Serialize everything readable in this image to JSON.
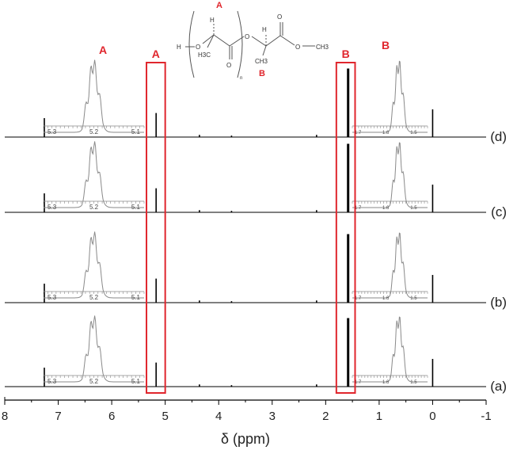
{
  "chart_data": {
    "type": "line",
    "subtype": "stacked 1H NMR spectra",
    "xlabel": "δ (ppm)",
    "x_ticks": [
      "8",
      "7",
      "6",
      "5",
      "4",
      "3",
      "2",
      "1",
      "0",
      "-1"
    ],
    "x_tick_values": [
      8,
      7,
      6,
      5,
      4,
      3,
      2,
      1,
      0,
      -1
    ],
    "xlim": [
      8,
      -1
    ],
    "x_reversed": true,
    "y_ticks_visible": false,
    "grid": false,
    "series": [
      {
        "name": "(d)",
        "peaks": [
          {
            "ppm": 7.26,
            "height": 0.26
          },
          {
            "ppm": 5.17,
            "height": 0.33
          },
          {
            "ppm": 4.36,
            "height": 0.03
          },
          {
            "ppm": 3.76,
            "height": 0.02
          },
          {
            "ppm": 2.17,
            "height": 0.03
          },
          {
            "ppm": 1.58,
            "height": 0.94
          },
          {
            "ppm": 0.0,
            "height": 0.38
          }
        ]
      },
      {
        "name": "(c)",
        "peaks": [
          {
            "ppm": 7.26,
            "height": 0.26
          },
          {
            "ppm": 5.17,
            "height": 0.33
          },
          {
            "ppm": 4.36,
            "height": 0.03
          },
          {
            "ppm": 3.76,
            "height": 0.02
          },
          {
            "ppm": 2.17,
            "height": 0.03
          },
          {
            "ppm": 1.58,
            "height": 0.94
          },
          {
            "ppm": 0.0,
            "height": 0.38
          }
        ]
      },
      {
        "name": "(b)",
        "peaks": [
          {
            "ppm": 7.26,
            "height": 0.26
          },
          {
            "ppm": 5.17,
            "height": 0.33
          },
          {
            "ppm": 4.36,
            "height": 0.03
          },
          {
            "ppm": 3.76,
            "height": 0.02
          },
          {
            "ppm": 2.17,
            "height": 0.03
          },
          {
            "ppm": 1.58,
            "height": 0.94
          },
          {
            "ppm": 0.0,
            "height": 0.38
          }
        ]
      },
      {
        "name": "(a)",
        "peaks": [
          {
            "ppm": 7.26,
            "height": 0.26
          },
          {
            "ppm": 5.17,
            "height": 0.33
          },
          {
            "ppm": 4.36,
            "height": 0.03
          },
          {
            "ppm": 3.76,
            "height": 0.02
          },
          {
            "ppm": 2.17,
            "height": 0.03
          },
          {
            "ppm": 1.58,
            "height": 0.94
          },
          {
            "ppm": 0.0,
            "height": 0.38
          }
        ]
      }
    ],
    "highlight_boxes": [
      {
        "label": "A",
        "ppm_range": [
          5.35,
          5.0
        ]
      },
      {
        "label": "B",
        "ppm_range": [
          1.8,
          1.45
        ]
      }
    ],
    "insets": [
      {
        "label": "A",
        "ticks": [
          "5.3",
          "5.2",
          "5.1"
        ],
        "tick_values": [
          5.3,
          5.2,
          5.1
        ],
        "range": [
          5.32,
          5.08
        ]
      },
      {
        "label": "B",
        "ticks": [
          "1.7",
          "1.6",
          "1.5"
        ],
        "tick_values": [
          1.7,
          1.6,
          1.5
        ],
        "range": [
          1.72,
          1.45
        ]
      }
    ],
    "structure": {
      "label_a": "A",
      "label_b": "B",
      "h_left": "H",
      "o_left": "O",
      "h_alpha_1": "H",
      "ch3_1": "H3C",
      "o_ester": "O",
      "h_alpha_2": "H",
      "ch3_2": "CH3",
      "o_methyl": "O",
      "ch3_end": "CH3",
      "repeat": "n"
    },
    "colors": {
      "spectrum": "#000000",
      "highlight": "#e0262d",
      "inset": "#8a8a8a",
      "label": "#e0262d"
    }
  }
}
